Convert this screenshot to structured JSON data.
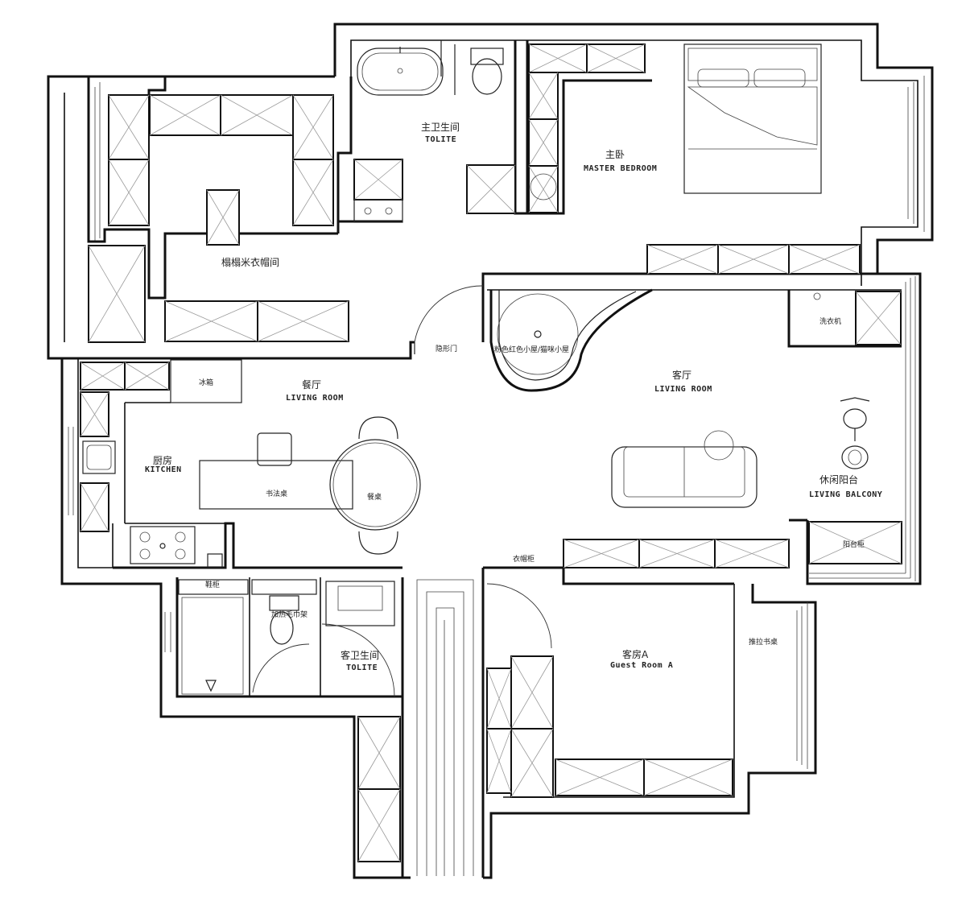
{
  "rooms": {
    "master_bath": {
      "cn": "主卫生间",
      "en": "TOLITE"
    },
    "master_bedroom": {
      "cn": "主卧",
      "en": "MASTER BEDROOM"
    },
    "walk_in_closet": {
      "cn": "榻榻米衣帽间"
    },
    "dining": {
      "cn": "餐厅",
      "en": "LIVING ROOM"
    },
    "living": {
      "cn": "客厅",
      "en": "LIVING ROOM"
    },
    "kitchen": {
      "cn": "厨房",
      "en": "KITCHEN"
    },
    "balcony": {
      "cn": "休闲阳台",
      "en": "LIVING BALCONY"
    },
    "guest_bath": {
      "cn": "客卫生间",
      "en": "TOLITE"
    },
    "guest_room": {
      "cn": "客房A",
      "en": "Guest Room A"
    }
  },
  "fixtures": {
    "fridge": "冰箱",
    "desk": "书法桌",
    "dining_table": "餐桌",
    "hidden_door": "隐形门",
    "cat_house": "粉色红色小屋/猫咪小屋",
    "washer": "洗衣机",
    "shoe_cabinet": "鞋柜",
    "towel_rack": "加热毛巾架",
    "wardrobe": "衣帽柜",
    "balcony_cabinet": "阳台柜",
    "desk_sliding": "推拉书桌"
  }
}
